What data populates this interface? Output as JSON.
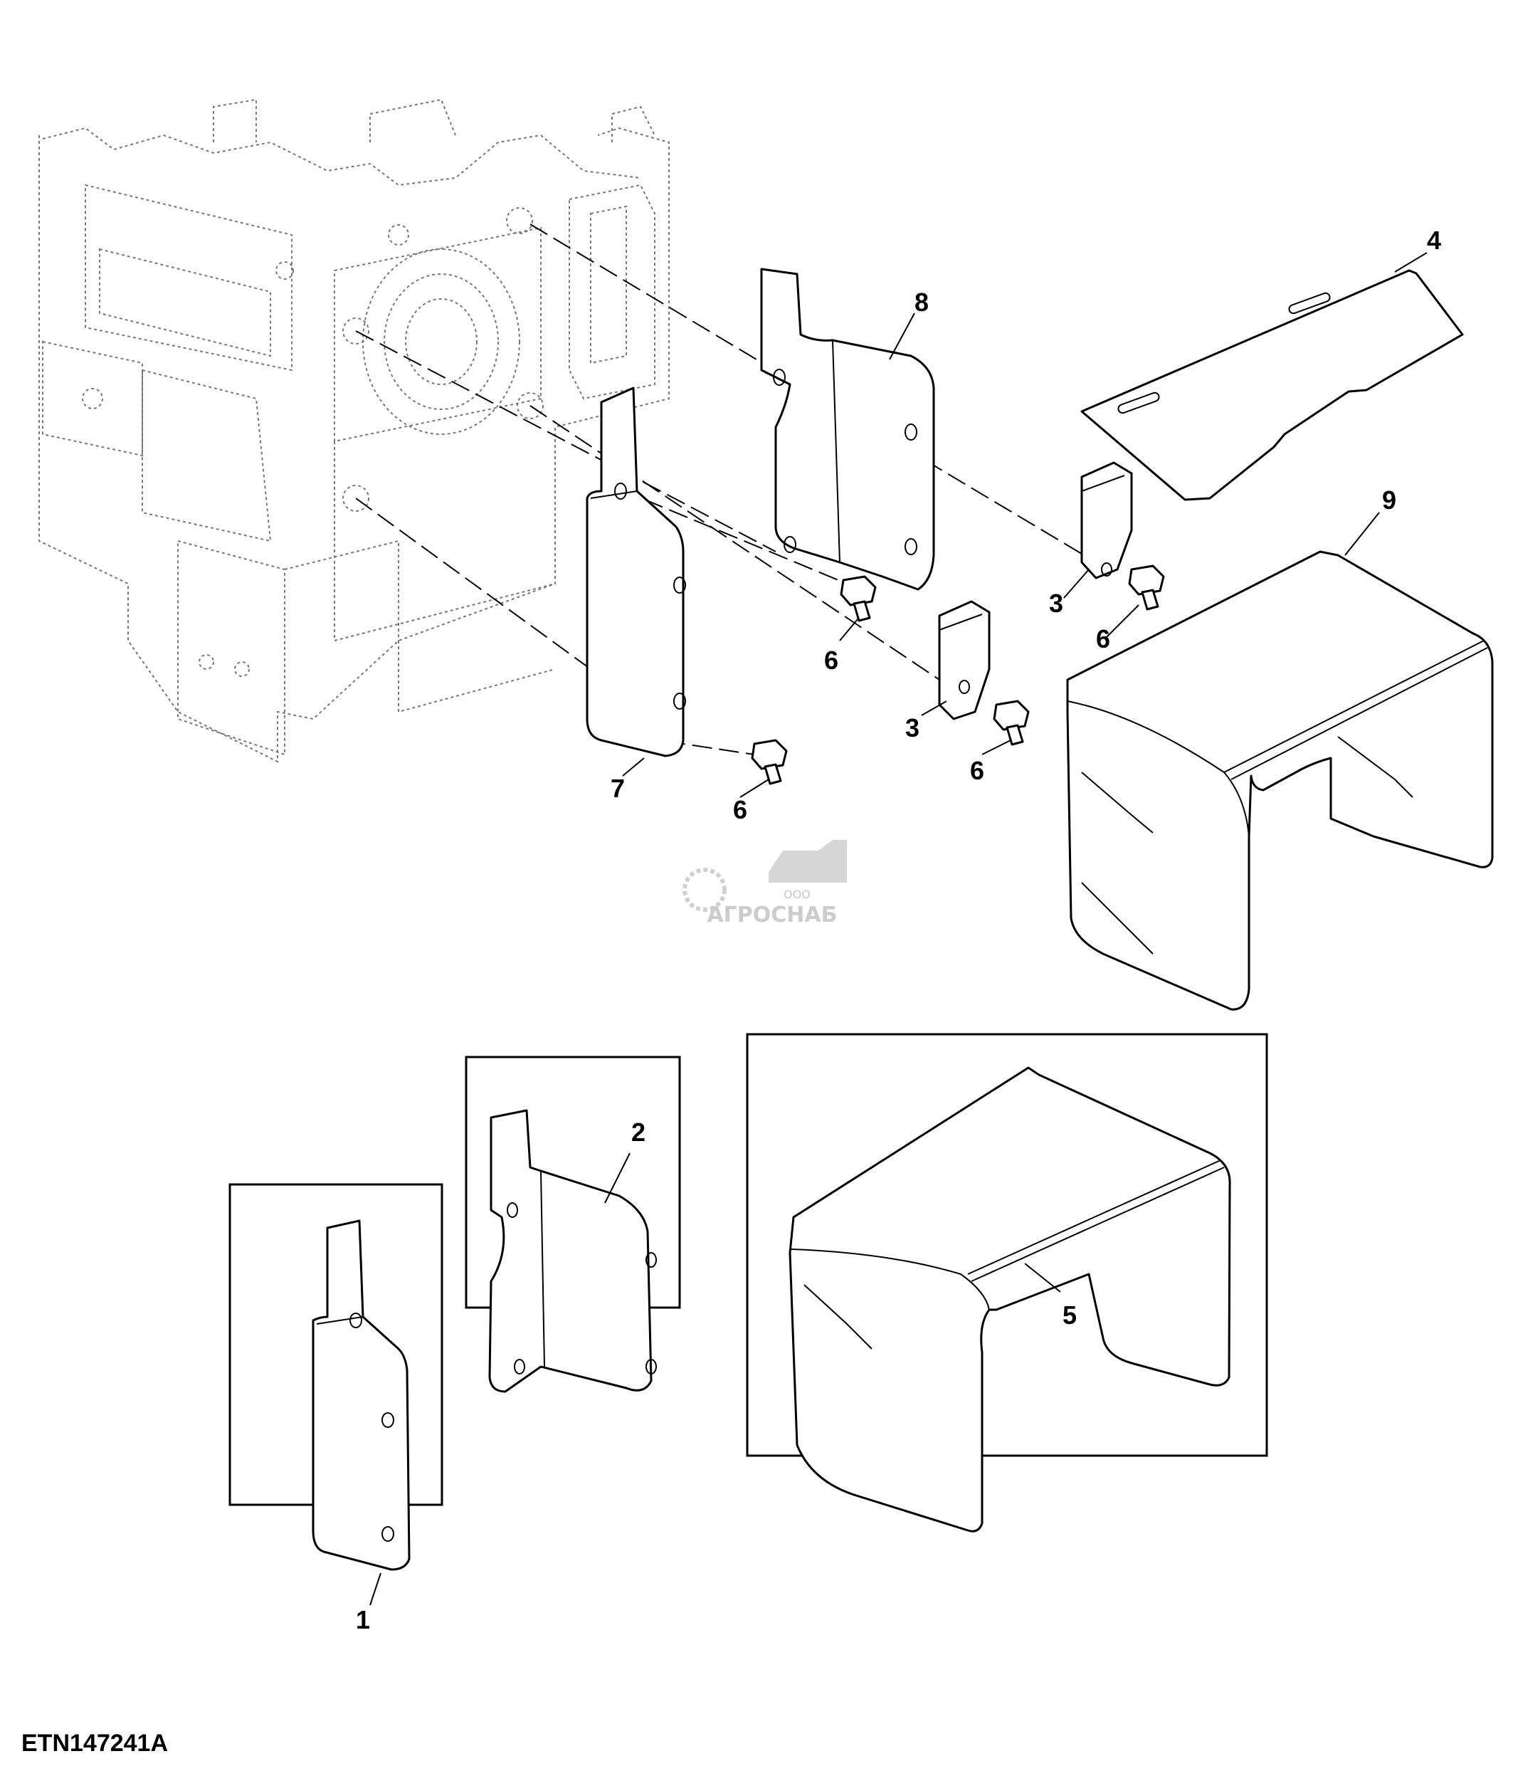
{
  "figure_code": "ETN147241A",
  "callouts": {
    "c1": "1",
    "c2": "2",
    "c3a": "3",
    "c3b": "3",
    "c4": "4",
    "c5": "5",
    "c6a": "6",
    "c6b": "6",
    "c6c": "6",
    "c6d": "6",
    "c7": "7",
    "c8": "8",
    "c9": "9"
  },
  "watermark": {
    "small": "ООО",
    "brand": "АГРОСНАБ"
  }
}
